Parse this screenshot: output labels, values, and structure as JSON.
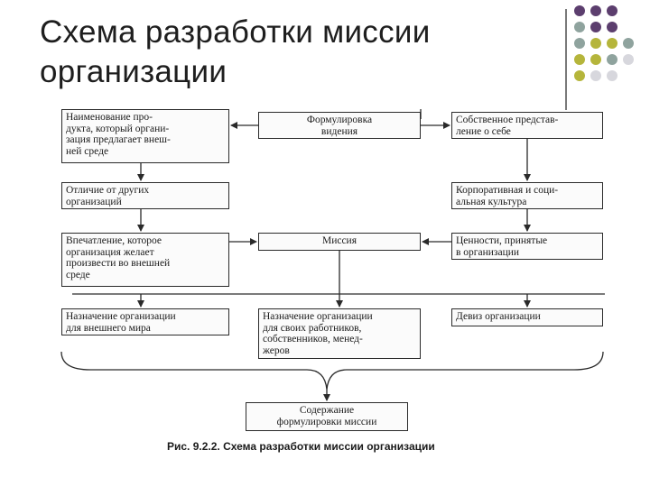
{
  "slide": {
    "title": "Схема разработки миссии организации"
  },
  "decor": {
    "dot_colors": [
      "#5c3e6e",
      "#8fa39e",
      "#b5b53b",
      "#d7d7dd"
    ]
  },
  "diagram": {
    "boxes": {
      "product_name": "Наименование про-\nдукта, который органи-\nзация предлагает внеш-\nней среде",
      "vision": "Формулировка\nвидения",
      "self_image": "Собственное представ-\nление о себе",
      "difference": "Отличие от других\nорганизаций",
      "culture": "Корпоративная и соци-\nальная культура",
      "impression": "Впечатление, которое\nорганизация желает\nпроизвести во внешней\nсреде",
      "mission": "Миссия",
      "values": "Ценности, принятые\nв организации",
      "purpose_external": "Назначение организации\nдля внешнего мира",
      "purpose_internal": "Назначение организации\nдля своих работников,\nсобственников, менед-\nжеров",
      "motto": "Девиз организации",
      "content": "Содержание\nформулировки миссии"
    },
    "caption": "Рис. 9.2.2. Схема разработки миссии организации"
  }
}
